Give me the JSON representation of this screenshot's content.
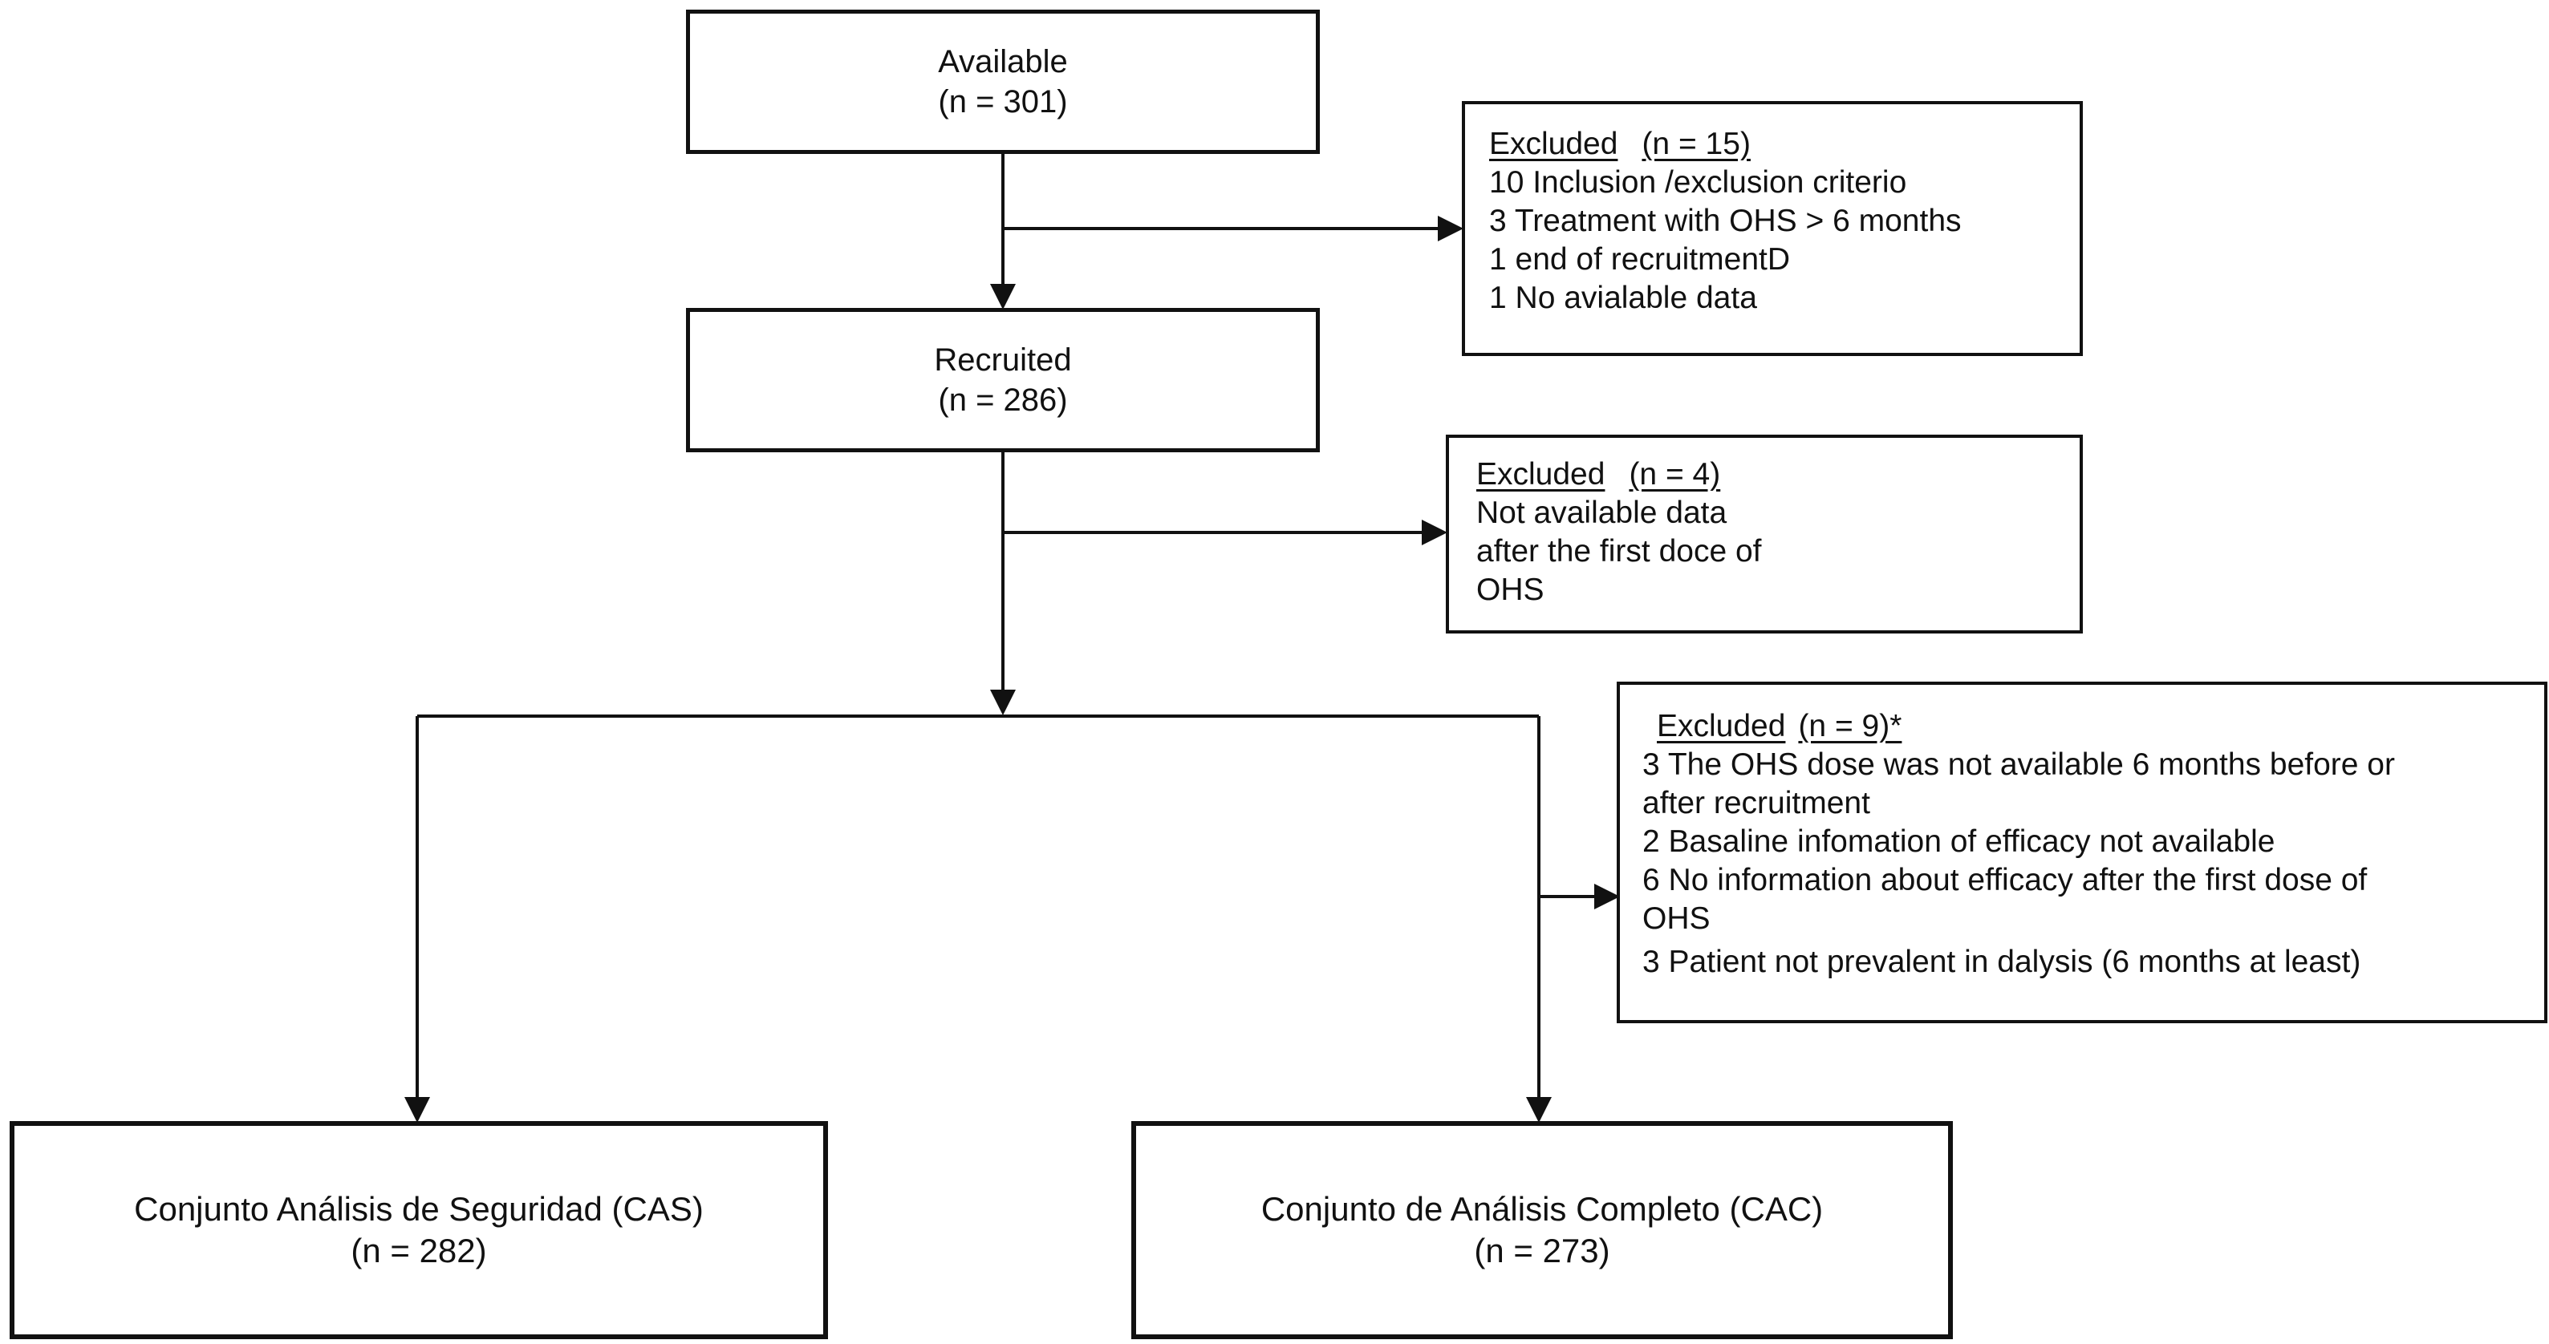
{
  "nodes": {
    "available": {
      "title": "Available",
      "count": "(n = 301)"
    },
    "recruited": {
      "title": "Recruited",
      "count": "(n = 286)"
    },
    "cas": {
      "title": "Conjunto Análisis de Seguridad (CAS)",
      "count": "(n = 282)"
    },
    "cac": {
      "title": "Conjunto de Análisis Completo (CAC)",
      "count": "(n = 273)"
    }
  },
  "exclusions": {
    "first": {
      "label": "Excluded",
      "count": "(n = 15)",
      "items": [
        "10 Inclusion /exclusion criterio",
        "3 Treatment with OHS > 6 months",
        "1 end of recruitmentD",
        "1 No avialable data"
      ]
    },
    "second": {
      "label": "Excluded",
      "count": "(n = 4)",
      "items": [
        "Not available data",
        "after the first doce of",
        "OHS"
      ]
    },
    "third": {
      "label": "Excluded",
      "count": "(n = 9)*",
      "items": [
        "3 The OHS dose was not available 6 months before or",
        "after recruitment",
        "2 Basaline infomation of efficacy not available",
        "6 No information about efficacy after the first dose of",
        "OHS",
        "3 Patient not prevalent in dalysis (6 months at least)"
      ]
    }
  }
}
